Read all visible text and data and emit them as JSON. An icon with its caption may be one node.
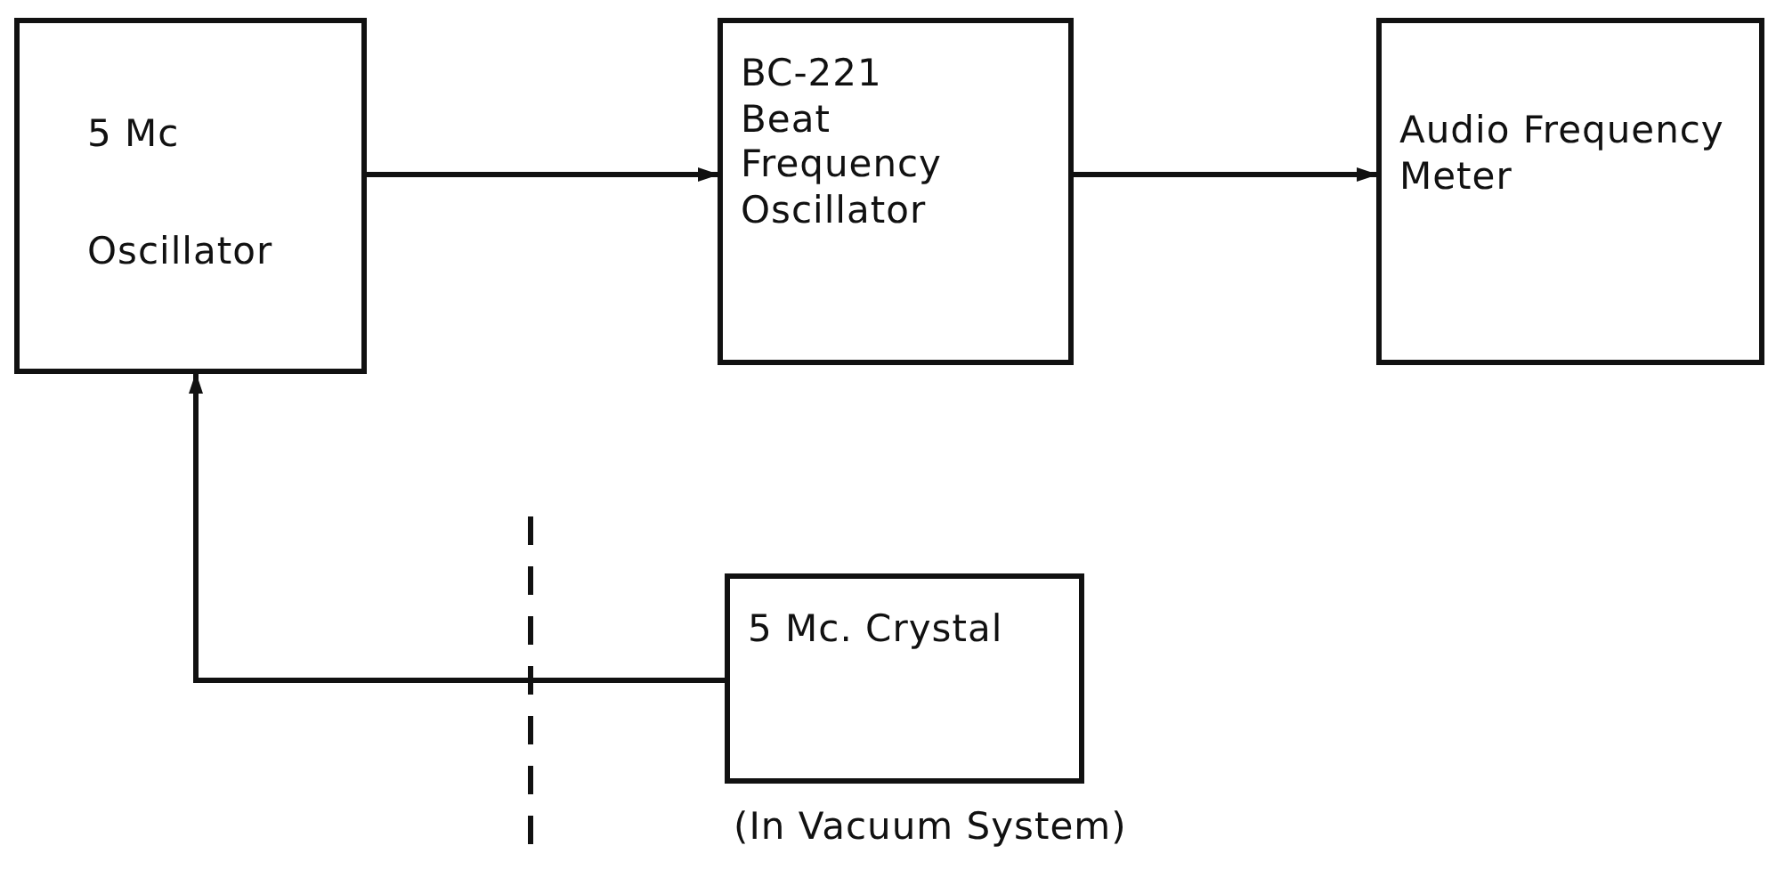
{
  "diagram": {
    "nodes": [
      {
        "text": [
          "5 Mc",
          "Oscillator"
        ]
      },
      {
        "text": [
          "BC-221 Beat Frequency Oscillator"
        ]
      },
      {
        "text": [
          "Audio Frequency Meter"
        ]
      },
      {
        "text": [
          "5 Mc. Crystal"
        ],
        "beside": [
          "(In Vacuum System)"
        ]
      }
    ],
    "edges": [
      {
        "from": 0,
        "to": 1,
        "arrow": "to"
      },
      {
        "from": 1,
        "to": 2,
        "arrow": "to"
      },
      {
        "from": 3,
        "to": 0,
        "arrow": "to"
      }
    ]
  }
}
